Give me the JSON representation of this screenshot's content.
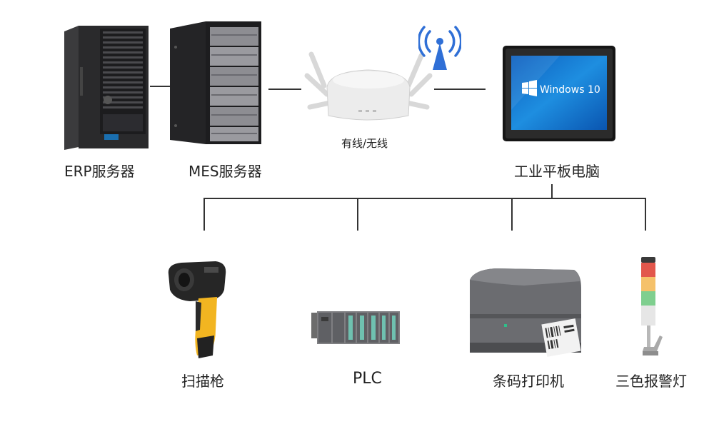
{
  "nodes": {
    "erp": {
      "label": "ERP服务器"
    },
    "mes": {
      "label": "MES服务器"
    },
    "router": {
      "label": "有线/无线"
    },
    "tablet": {
      "label": "工业平板电脑",
      "screen_text": "Windows 10"
    },
    "scanner": {
      "label": "扫描枪"
    },
    "plc": {
      "label": "PLC"
    },
    "printer": {
      "label": "条码打印机"
    },
    "lamp": {
      "label": "三色报警灯"
    }
  },
  "colors": {
    "line": "#333333",
    "server": "#2a2a2c",
    "screen_blue": "#1e8ee0",
    "wifi_blue": "#2f6fd6",
    "scanner_yellow": "#f2b521"
  }
}
